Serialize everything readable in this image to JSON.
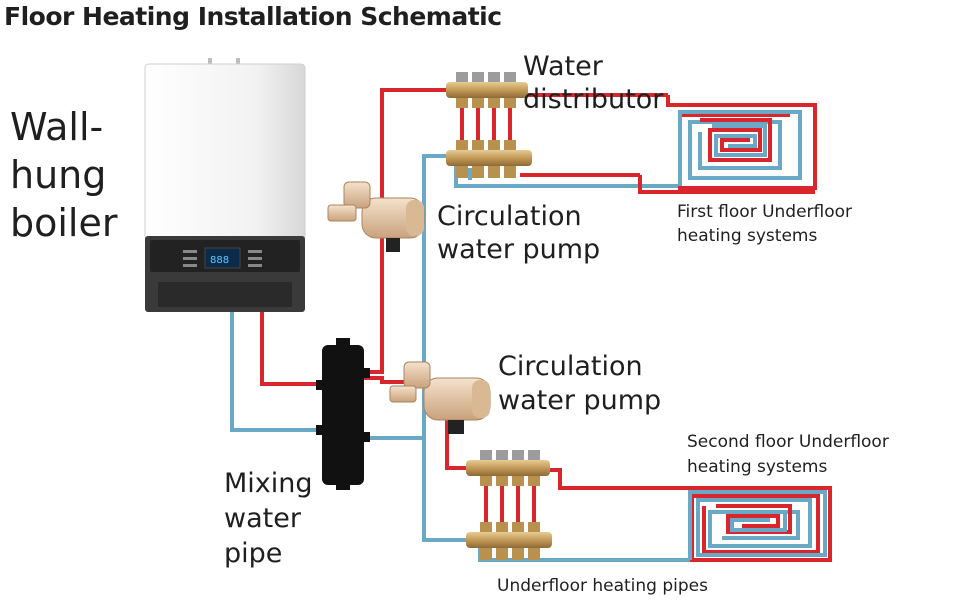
{
  "title": "Floor Heating Installation Schematic",
  "labels": {
    "boiler": [
      "Wall-",
      "hung",
      "boiler"
    ],
    "distributor": [
      "Water",
      "distributor"
    ],
    "pump_1": [
      "Circulation",
      "water pump"
    ],
    "pump_2": [
      "Circulation",
      "water pump"
    ],
    "first_floor": [
      "First floor Underfloor",
      "heating systems"
    ],
    "second_floor": [
      "Second floor Underfloor",
      "heating systems"
    ],
    "mixing": [
      "Mixing",
      "water",
      "pipe"
    ],
    "pipes": "Underfloor heating pipes"
  },
  "colors": {
    "supply": "#d8262c",
    "return": "#6aa8c8",
    "brass": "#c9a56a",
    "boiler_body": "#f1f1f1",
    "boiler_panel": "#3a3a3a",
    "pump": "#e6c8a8",
    "mixer": "#111111"
  }
}
